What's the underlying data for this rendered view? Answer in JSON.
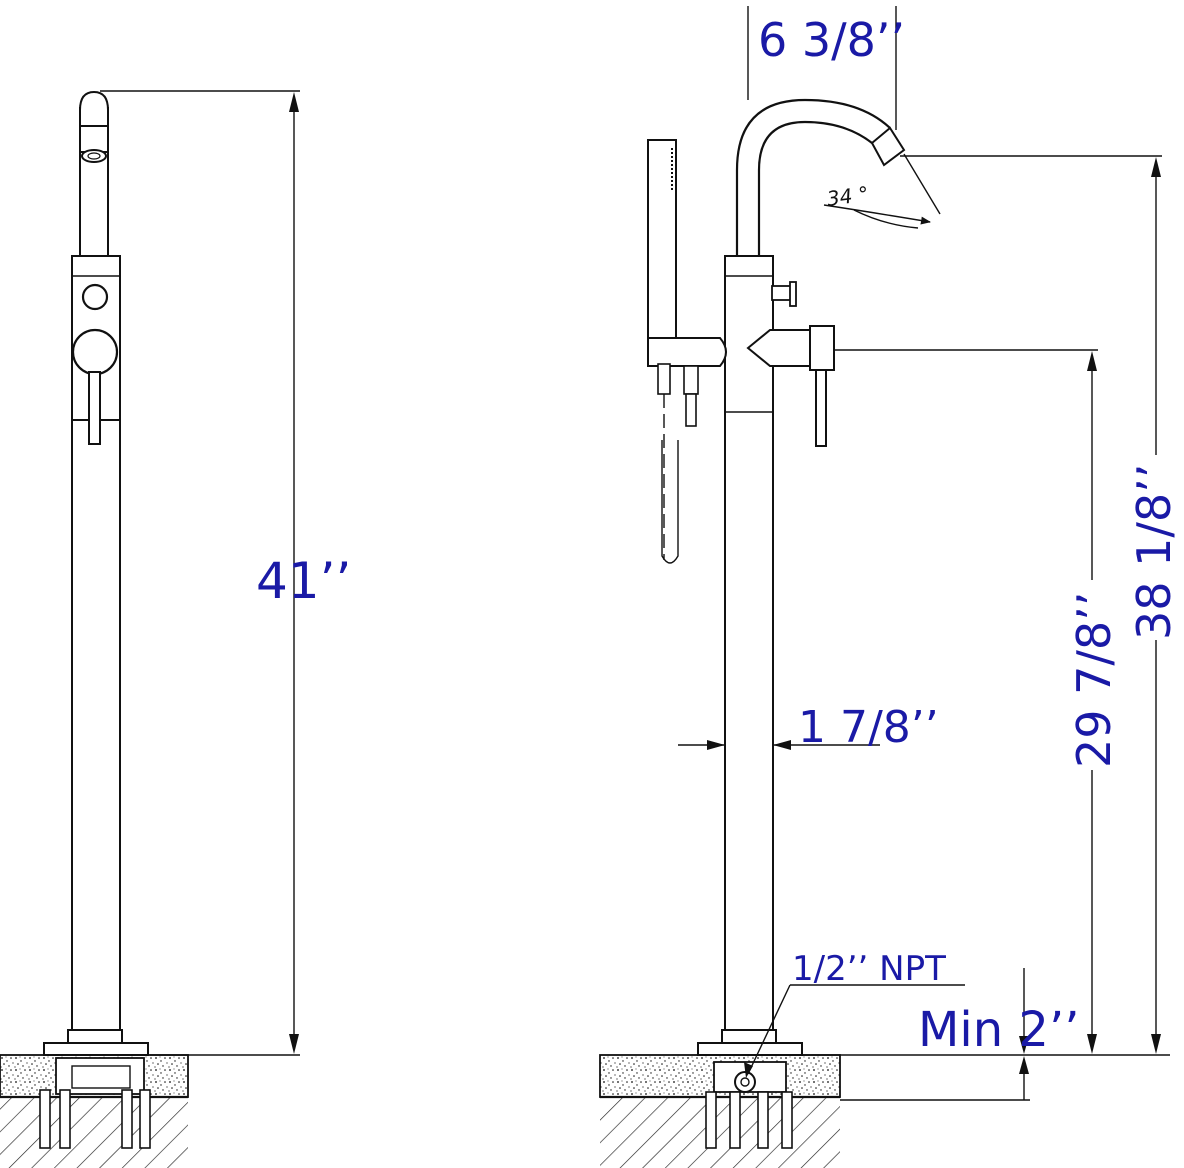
{
  "dimensions": {
    "total_height_side": "41’’",
    "spout_reach": "6 3/8’’",
    "spout_height": "38 1/8’’",
    "handle_height": "29 7/8’’",
    "pipe_diameter": "1 7/8’’",
    "connection": "1/2’’ NPT",
    "min_depth": "Min 2’’"
  },
  "annotations": {
    "spout_angle": "34 °"
  },
  "colors": {
    "dimension_text": "#1a1aa6",
    "line": "#111111"
  }
}
